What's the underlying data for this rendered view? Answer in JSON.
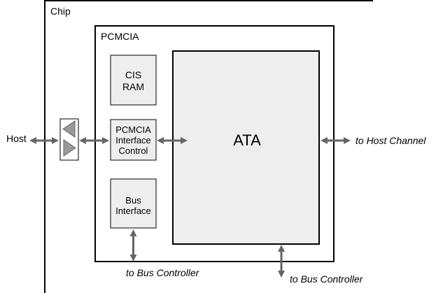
{
  "chip": {
    "label": "Chip"
  },
  "pcmcia": {
    "label": "PCMCIA"
  },
  "cis_ram": {
    "line1": "CIS",
    "line2": "RAM"
  },
  "interface_control": {
    "line1": "PCMCIA",
    "line2": "Interface",
    "line3": "Control"
  },
  "bus_interface": {
    "line1": "Bus",
    "line2": "Interface"
  },
  "ata": {
    "label": "ATA"
  },
  "external": {
    "host": "Host",
    "host_channel": "to Host Channel",
    "bus_controller_left": "to Bus Controller",
    "bus_controller_right": "to Bus Controller"
  },
  "colors": {
    "block_fill": "#eeeeee",
    "arrow": "#666666",
    "buffer_triangle": "#999999"
  }
}
